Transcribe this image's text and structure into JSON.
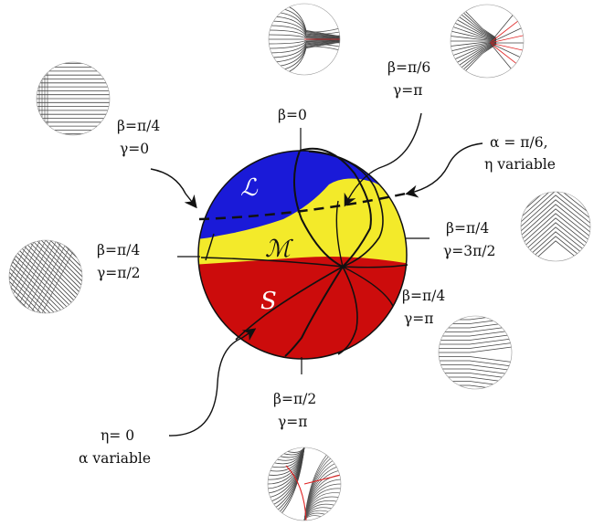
{
  "colors": {
    "L": "#1a1ad8",
    "M": "#f3ea2a",
    "S": "#cc0c0c",
    "ink": "#111111",
    "red_line": "#e02020"
  },
  "sphere": {
    "regions": [
      {
        "id": "L",
        "label": "ℒ"
      },
      {
        "id": "M",
        "label": "ℳ"
      },
      {
        "id": "S",
        "label": "S"
      }
    ]
  },
  "labels": {
    "beta0": "β=0",
    "beta_pi6_a": "β=π/6",
    "beta_pi6_b": "γ=π",
    "beta_pi4_g0_a": "β=π/4",
    "beta_pi4_g0_b": "γ=0",
    "alpha_pi6_a": "α = π/6,",
    "alpha_pi6_b": "η variable",
    "beta_pi4_g3pi2_a": "β=π/4",
    "beta_pi4_g3pi2_b": "γ=3π/2",
    "beta_pi4_gpi2_a": "β=π/4",
    "beta_pi4_gpi2_b": "γ=π/2",
    "beta_pi4_gpi_a": "β=π/4",
    "beta_pi4_gpi_b": "γ=π",
    "beta_pi2_a": "β=π/2",
    "beta_pi2_b": "γ=π",
    "eta0_a": "η= 0",
    "eta0_b": "α variable"
  },
  "patterns": [
    {
      "name": "pattern-beta0",
      "type": "arcs-parallel-right"
    },
    {
      "name": "pattern-beta-pi6-gamma-pi",
      "type": "fan-red"
    },
    {
      "name": "pattern-beta-pi4-gamma0",
      "type": "horizontal-lines"
    },
    {
      "name": "pattern-beta-pi4-gamma3pi2",
      "type": "chevron"
    },
    {
      "name": "pattern-beta-pi4-gammapi2",
      "type": "diagonal"
    },
    {
      "name": "pattern-beta-pi4-gammapi",
      "type": "horizontal-chevron"
    },
    {
      "name": "pattern-beta-pi2-gamma-pi",
      "type": "three-fold-red"
    }
  ]
}
